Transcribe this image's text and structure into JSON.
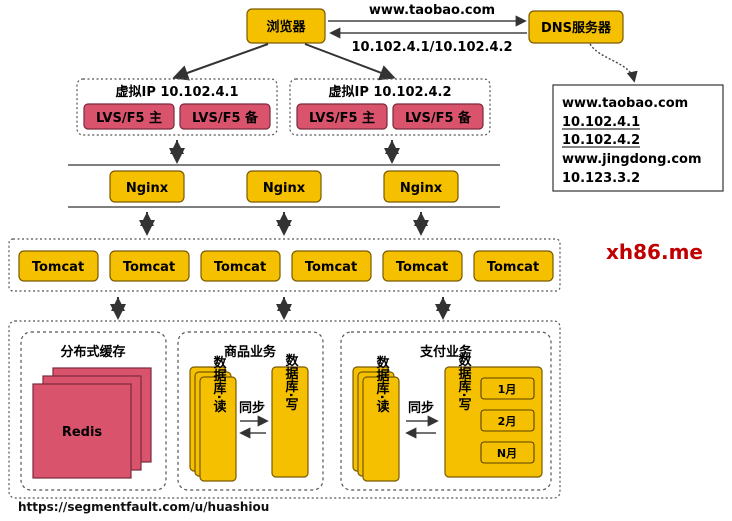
{
  "browser": "浏览器",
  "domain": "www.taobao.com",
  "resolved_ips": "10.102.4.1/10.102.4.2",
  "dns_server": "DNS服务器",
  "dns_records": [
    "www.taobao.com",
    "10.102.4.1",
    "10.102.4.2",
    "www.jingdong.com",
    "10.123.3.2"
  ],
  "vip_groups": [
    {
      "title": "虚拟IP 10.102.4.1",
      "primary": "LVS/F5 主",
      "backup": "LVS/F5 备"
    },
    {
      "title": "虚拟IP 10.102.4.2",
      "primary": "LVS/F5 主",
      "backup": "LVS/F5 备"
    }
  ],
  "nginx": [
    "Nginx",
    "Nginx",
    "Nginx"
  ],
  "tomcat": [
    "Tomcat",
    "Tomcat",
    "Tomcat",
    "Tomcat",
    "Tomcat",
    "Tomcat"
  ],
  "cache": {
    "title": "分布式缓存",
    "label": "Redis"
  },
  "product": {
    "title": "商品业务",
    "read_db": "数据库·读",
    "sync": "同步",
    "write_db": "数据库·写"
  },
  "payment": {
    "title": "支付业务",
    "read_db": "数据库·读",
    "sync": "同步",
    "write_db": "数据库·写",
    "shards": [
      "1月",
      "2月",
      "N月"
    ]
  },
  "watermark": "xh86.me",
  "credit": "https://segmentfault.com/u/huashiou",
  "colors": {
    "node": "#f5c000",
    "accent": "#d9536d",
    "watermark": "#c00000"
  }
}
